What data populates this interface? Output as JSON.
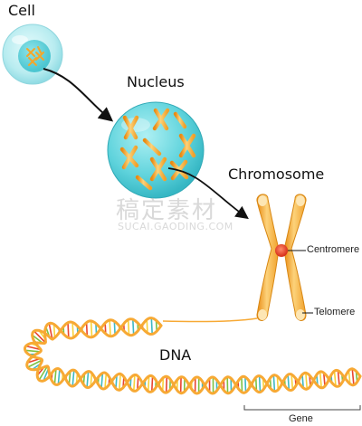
{
  "labels": {
    "cell": "Cell",
    "nucleus": "Nucleus",
    "chromosome": "Chromosome",
    "centromere": "Centromere",
    "telomere": "Telomere",
    "dna": "DNA",
    "gene": "Gene"
  },
  "watermark": {
    "top": "稿定素材",
    "bottom": "SUCAI.GAODING.COM"
  },
  "colors": {
    "cell_fill": "#b8ecf0",
    "nucleus_fill": "#5fd3dc",
    "chromatid": "#f4a62a",
    "centromere": "#e8442e",
    "dna_backbone": "#f7a934",
    "rung_red": "#e8452f",
    "rung_green": "#7dc243",
    "rung_teal": "#3fb8c4",
    "rung_yellow": "#f7d23a"
  }
}
